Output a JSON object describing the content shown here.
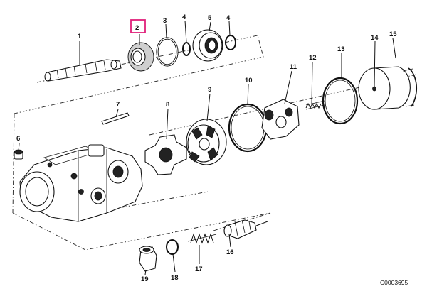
{
  "diagram": {
    "drawing_code": "C0003695",
    "highlight_color": "#e0207a",
    "highlighted_part": "2",
    "labels": {
      "p1": "1",
      "p2": "2",
      "p3": "3",
      "p4a": "4",
      "p5": "5",
      "p4b": "4",
      "p6": "6",
      "p7": "7",
      "p8": "8",
      "p9": "9",
      "p10": "10",
      "p11": "11",
      "p12": "12",
      "p13": "13",
      "p14": "14",
      "p15": "15",
      "p16": "16",
      "p17": "17",
      "p18": "18",
      "p19": "19"
    }
  }
}
